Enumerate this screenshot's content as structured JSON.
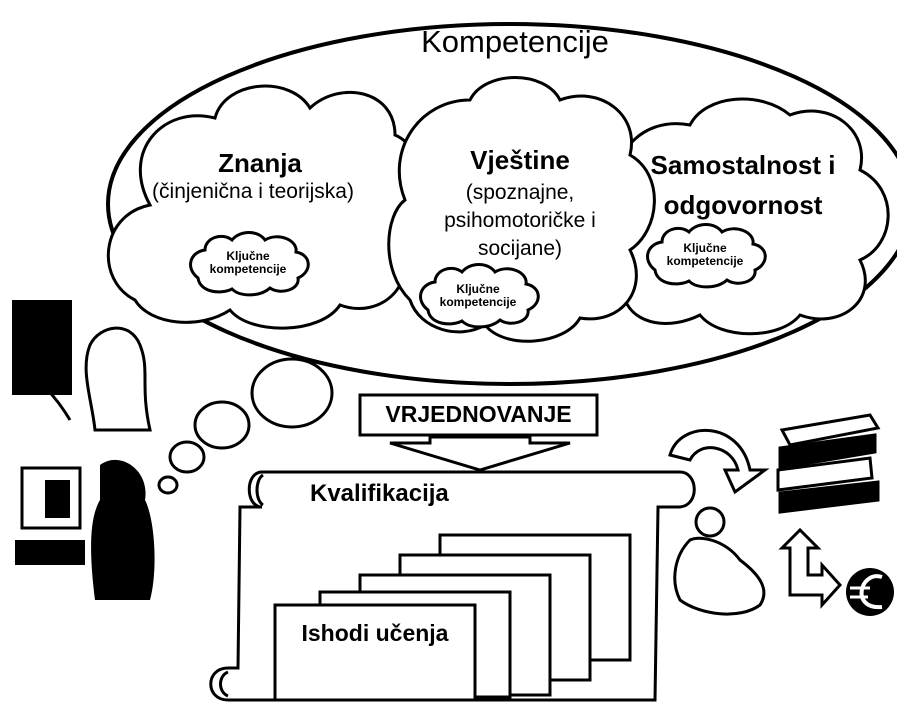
{
  "title": "Kompetencije",
  "clouds": [
    {
      "heading": "Znanja",
      "sub": "(činjenična i teorijska)",
      "key": [
        "Ključne",
        "kompetencije"
      ]
    },
    {
      "heading": "Vještine",
      "sub_lines": [
        "(spoznajne,",
        "psihomotoričke i",
        "socijane)"
      ],
      "key": [
        "Ključne",
        "kompetencije"
      ]
    },
    {
      "heading_lines": [
        "Samostalnost i",
        "odgovornost"
      ],
      "key": [
        "Ključne",
        "kompetencije"
      ]
    }
  ],
  "evaluation_label": "VRJEDNOVANJE",
  "qualification_label": "Kvalifikacija",
  "outcomes_label": "Ishodi učenja"
}
